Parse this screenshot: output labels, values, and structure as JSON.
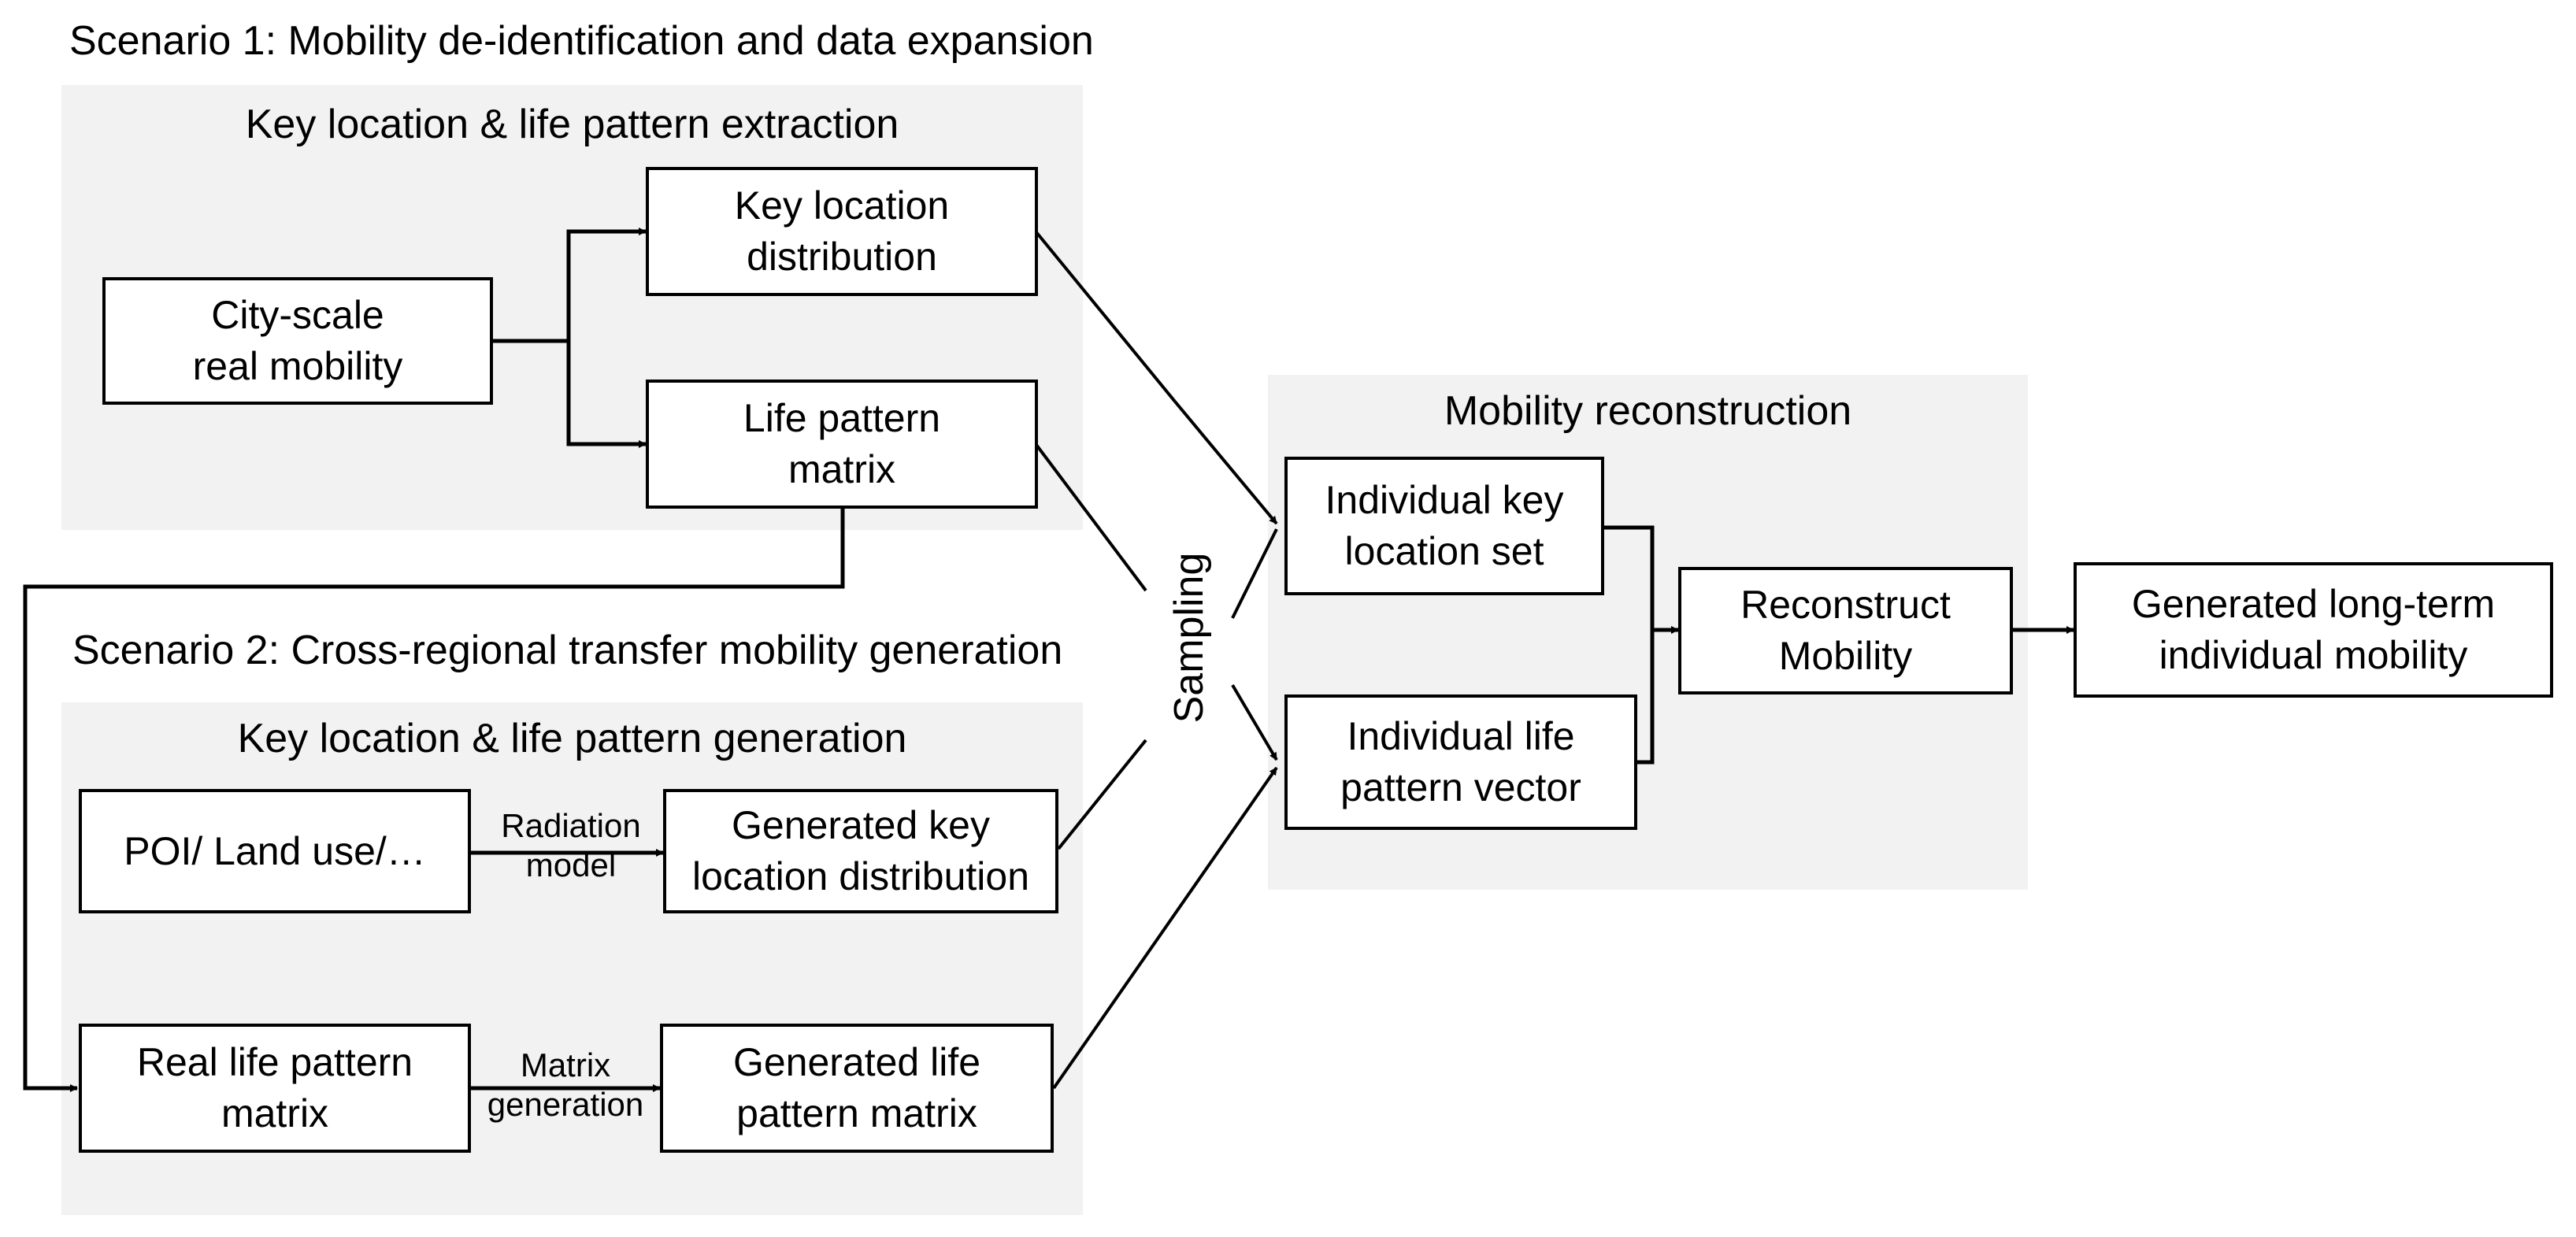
{
  "scenario1": {
    "title": "Scenario 1: Mobility de-identification and data expansion",
    "panel_title": "Key location & life pattern extraction",
    "city_scale": "City-scale\nreal mobility",
    "key_location_distribution": "Key location\ndistribution",
    "life_pattern_matrix": "Life pattern\nmatrix"
  },
  "scenario2": {
    "title": "Scenario 2: Cross-regional transfer mobility generation",
    "panel_title": "Key location & life pattern generation",
    "poi": "POI/ Land use/…",
    "radiation_label": "Radiation\nmodel",
    "generated_key_location": "Generated key\nlocation distribution",
    "real_life_pattern": "Real life pattern\nmatrix",
    "matrix_generation_label": "Matrix\ngeneration",
    "generated_life_pattern": "Generated life\npattern matrix"
  },
  "sampling_label": "Sampling",
  "reconstruction": {
    "panel_title": "Mobility reconstruction",
    "individual_key_location": "Individual key\nlocation set",
    "individual_life_pattern": "Individual life\npattern vector",
    "reconstruct": "Reconstruct\nMobility"
  },
  "output": "Generated long-term\nindividual mobility"
}
